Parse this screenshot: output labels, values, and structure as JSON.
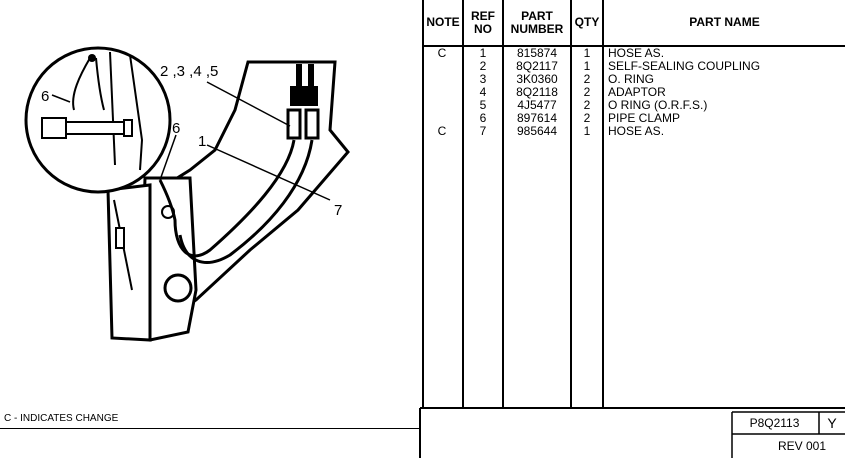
{
  "callouts": {
    "refs_group": "2 ,3 ,4 ,5",
    "ref_1": "1",
    "ref_6_main": "6",
    "ref_6_detail": "6",
    "ref_7": "7"
  },
  "table": {
    "headers": {
      "note": "NOTE",
      "ref_line1": "REF",
      "ref_line2": "NO",
      "part_line1": "PART",
      "part_line2": "NUMBER",
      "qty": "QTY",
      "name": "PART NAME"
    },
    "rows": [
      {
        "note": "C",
        "ref": "1",
        "part": "815874",
        "qty": "1",
        "name": "HOSE AS."
      },
      {
        "note": "",
        "ref": "2",
        "part": "8Q2117",
        "qty": "1",
        "name": "SELF-SEALING COUPLING"
      },
      {
        "note": "",
        "ref": "3",
        "part": "3K0360",
        "qty": "2",
        "name": "O. RING"
      },
      {
        "note": "",
        "ref": "4",
        "part": "8Q2118",
        "qty": "2",
        "name": "ADAPTOR"
      },
      {
        "note": "",
        "ref": "5",
        "part": "4J5477",
        "qty": "2",
        "name": "O RING (O.R.F.S.)"
      },
      {
        "note": "",
        "ref": "6",
        "part": "897614",
        "qty": "2",
        "name": "PIPE CLAMP"
      },
      {
        "note": "C",
        "ref": "7",
        "part": "985644",
        "qty": "1",
        "name": "HOSE AS."
      }
    ]
  },
  "legend": "C - INDICATES CHANGE",
  "drawing_id": {
    "part_number": "P8Q2113",
    "sheet": "Y",
    "revision": "REV 001"
  }
}
